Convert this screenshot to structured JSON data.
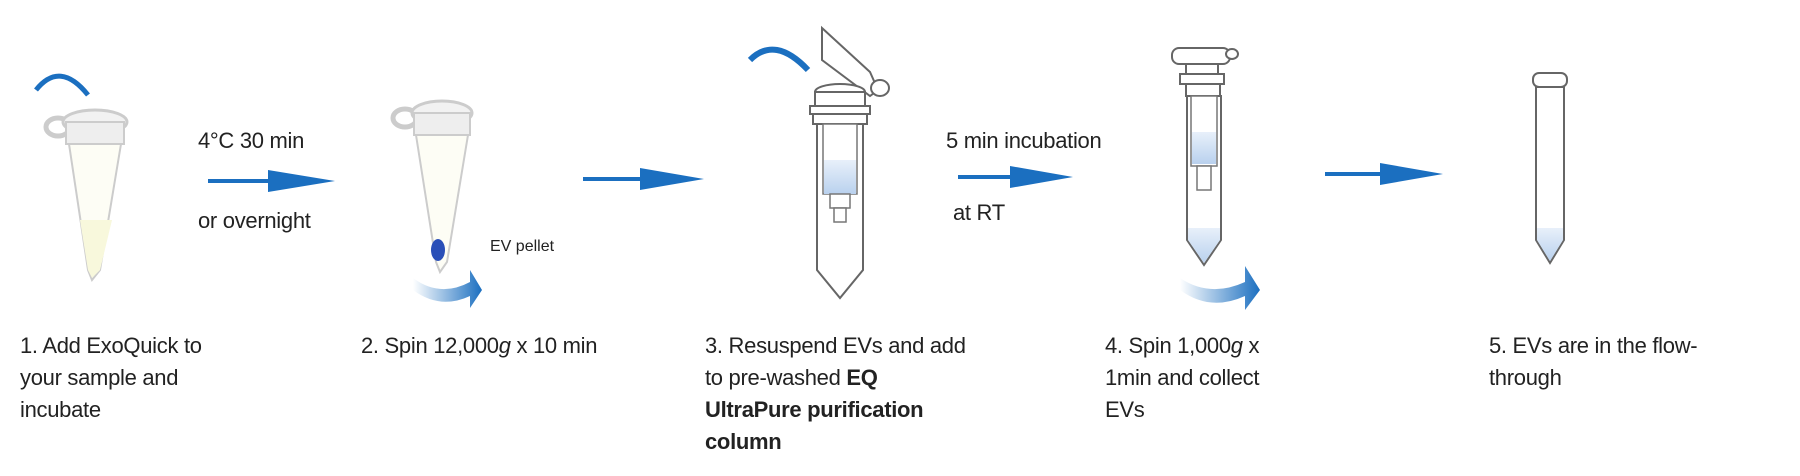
{
  "conditions": {
    "step1_top": "4°C 30 min",
    "step1_bottom": "or overnight",
    "step3_top": "5 min incubation",
    "step3_bottom": "at RT"
  },
  "annotations": {
    "pellet": "EV pellet"
  },
  "steps": [
    {
      "lines": [
        "1. Add ExoQuick to",
        "your sample and",
        "incubate"
      ]
    },
    {
      "pre": "2. Spin 12,000",
      "italic": "g",
      "post": " x 10 min"
    },
    {
      "line1": "3. Resuspend EVs and add",
      "line2_pre": "to pre-washed ",
      "bold1": "EQ",
      "bold2": "UltraPure purification",
      "bold3": "column"
    },
    {
      "pre": "4. Spin 1,000",
      "italic": "g",
      "post": " x",
      "line2": "1min and collect",
      "line3": "EVs"
    },
    {
      "lines": [
        "5. EVs are in the flow-",
        "through"
      ]
    }
  ],
  "colors": {
    "arrow": "#1b6fc0",
    "liquid": "#c9dcf0",
    "pellet": "#2a4fb8",
    "tube_outline": "#555555",
    "tube_faded": "#cccccc"
  }
}
